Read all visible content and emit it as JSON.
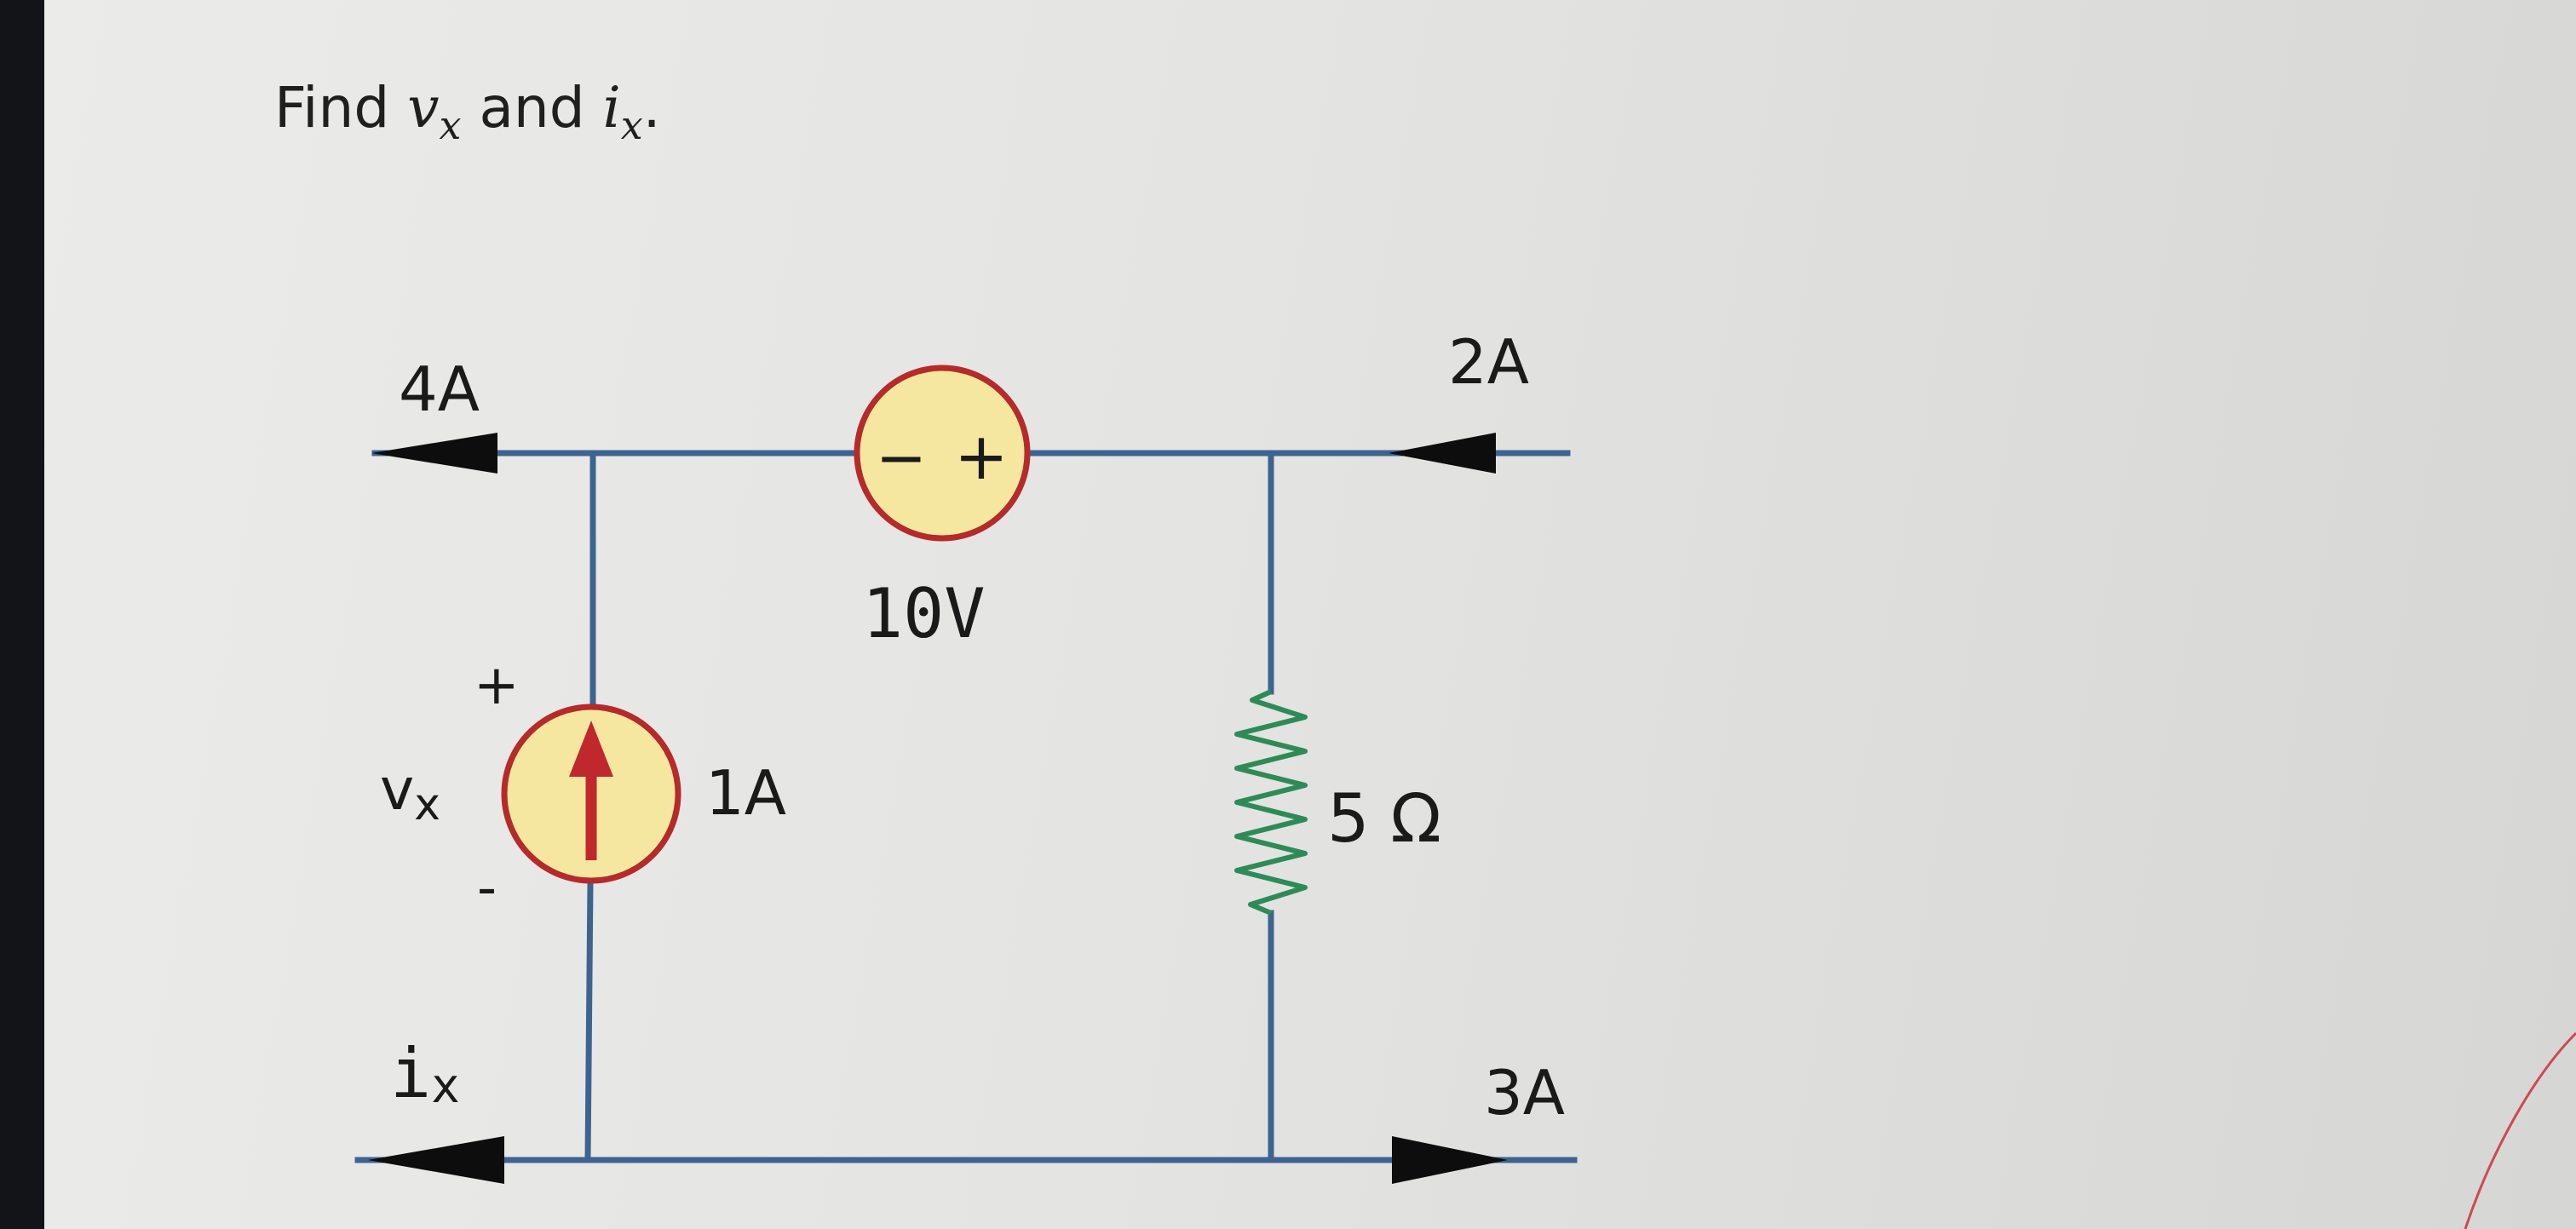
{
  "question": {
    "prefix": "Find",
    "var1": "v",
    "var1_sub": "x",
    "conjunction": "and",
    "var2": "i",
    "var2_sub": "x",
    "suffix": "."
  },
  "circuit": {
    "top_left_current": "4A",
    "top_right_current": "2A",
    "bottom_right_current": "3A",
    "bottom_left_current": "i",
    "bottom_left_current_sub": "x",
    "voltage_source": {
      "label": "10V",
      "minus": "−",
      "plus": "+"
    },
    "current_source": {
      "label": "1A"
    },
    "resistor": {
      "label": "5 Ω"
    },
    "vx_label": "v",
    "vx_label_sub": "x",
    "vx_plus": "+",
    "vx_minus": "-"
  },
  "colors": {
    "wire": "#3d6490",
    "source_fill": "#f6e7a0",
    "source_border": "#b52a2a",
    "arrow": "#0d0d0d",
    "resistor": "#2e8b57",
    "current_arrow": "#c0282e"
  }
}
